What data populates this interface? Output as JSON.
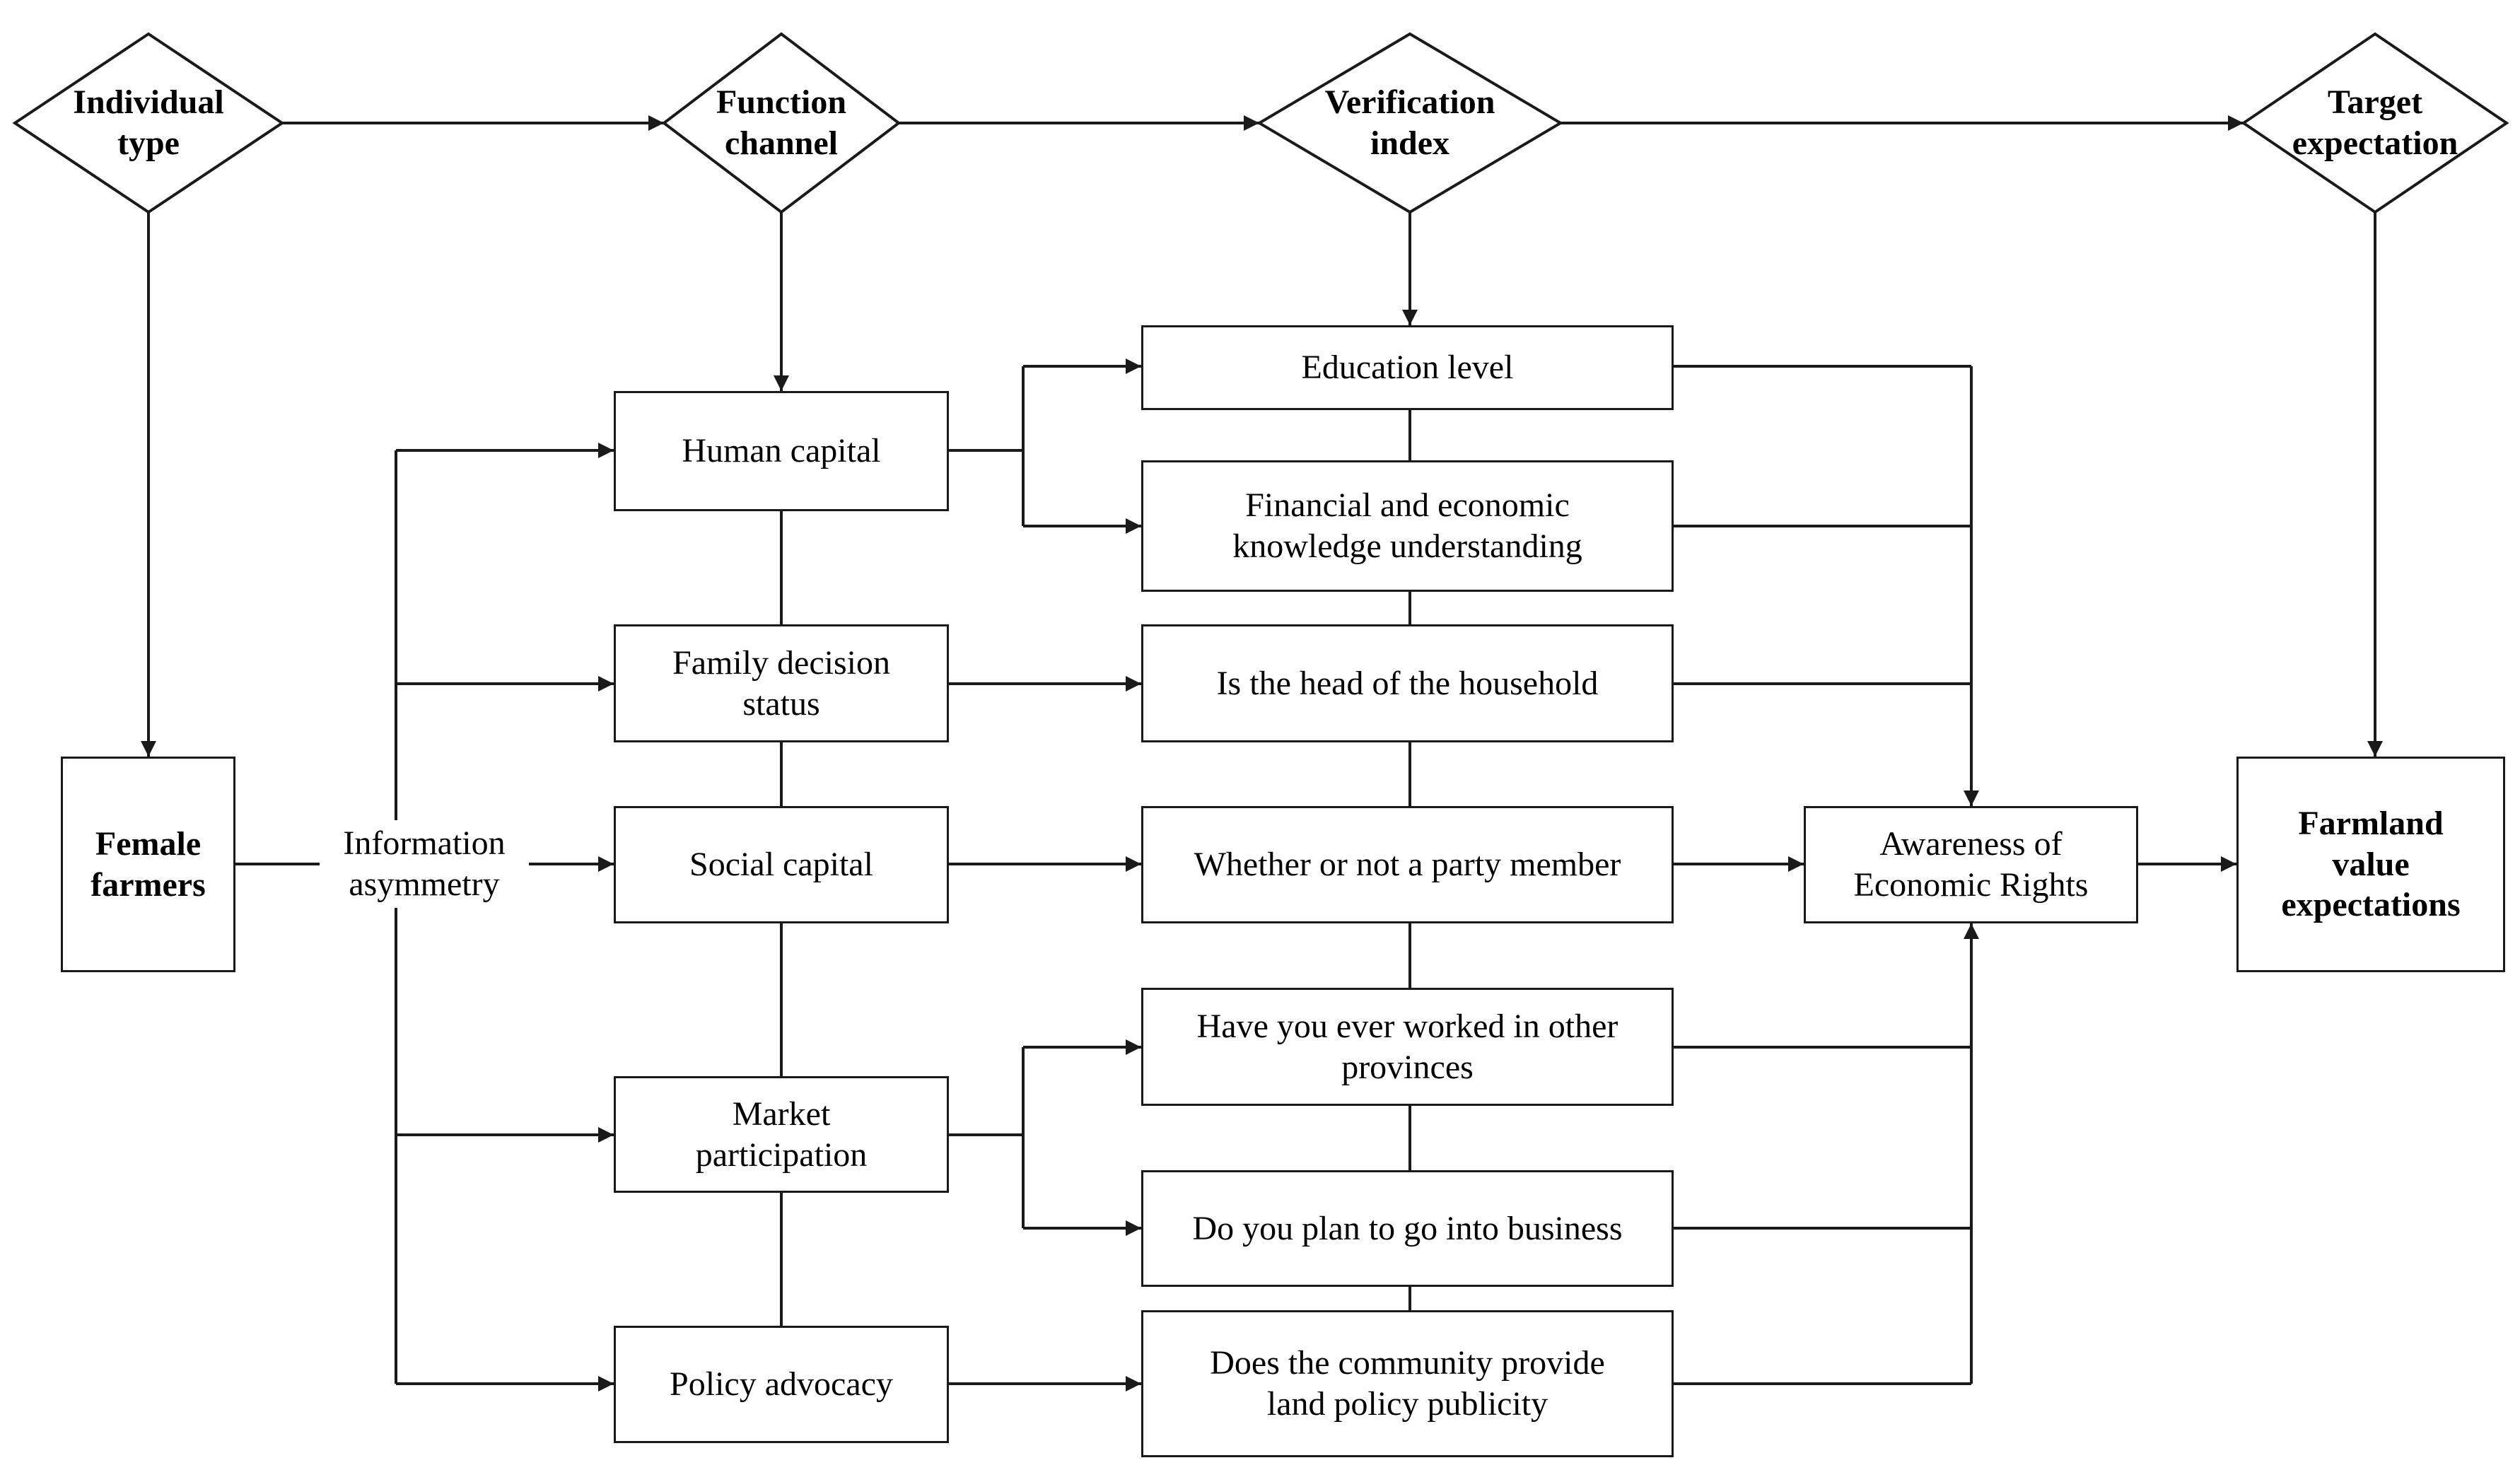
{
  "headers": {
    "individual_type": "Individual\ntype",
    "function_channel": "Function\nchannel",
    "verification_index": "Verification\nindex",
    "target_expectation": "Target\nexpectation"
  },
  "left": {
    "female_farmers": "Female\nfarmers",
    "information_asymmetry": "Information\nasymmetry"
  },
  "channels": {
    "human_capital": "Human capital",
    "family_decision_status": "Family decision\nstatus",
    "social_capital": "Social capital",
    "market_participation": "Market\nparticipation",
    "policy_advocacy": "Policy advocacy"
  },
  "indices": {
    "education_level": "Education level",
    "financial_knowledge": "Financial and economic\nknowledge understanding",
    "head_of_household": "Is the head of the household",
    "party_member": "Whether or not a party member",
    "worked_other_provinces": "Have you ever worked in other\nprovinces",
    "plan_business": "Do you plan to go into business",
    "land_policy_publicity": "Does the community provide\nland policy publicity"
  },
  "outcomes": {
    "awareness_economic_rights": "Awareness of\nEconomic Rights",
    "farmland_value_expectations": "Farmland\nvalue\nexpectations"
  },
  "colors": {
    "line": "#1a1a1a",
    "background": "#ffffff"
  }
}
